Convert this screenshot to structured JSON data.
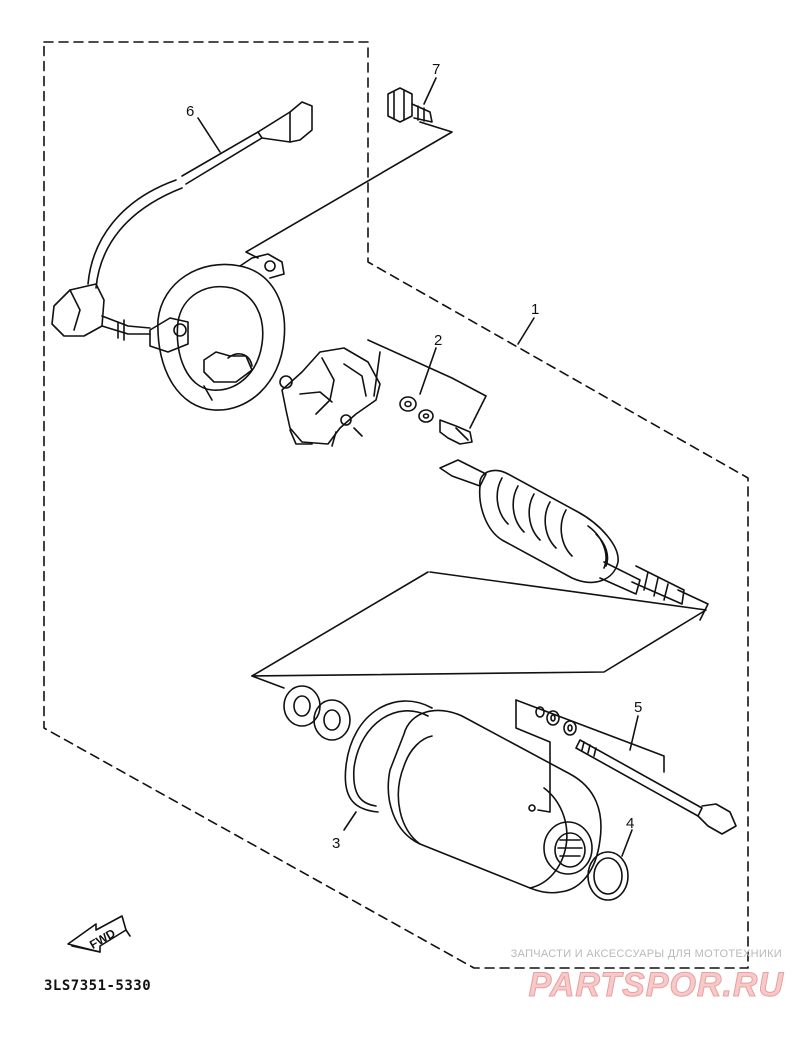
{
  "diagram": {
    "callouts": [
      "1",
      "2",
      "3",
      "4",
      "5",
      "6",
      "7"
    ],
    "fwd_label": "FWD",
    "part_code": "3LS7351-5330"
  },
  "watermark": {
    "tagline": "ЗАПЧАСТИ И АКСЕССУАРЫ ДЛЯ МОТОТЕХНИКИ",
    "logo": "PARTSPOR.RU"
  }
}
